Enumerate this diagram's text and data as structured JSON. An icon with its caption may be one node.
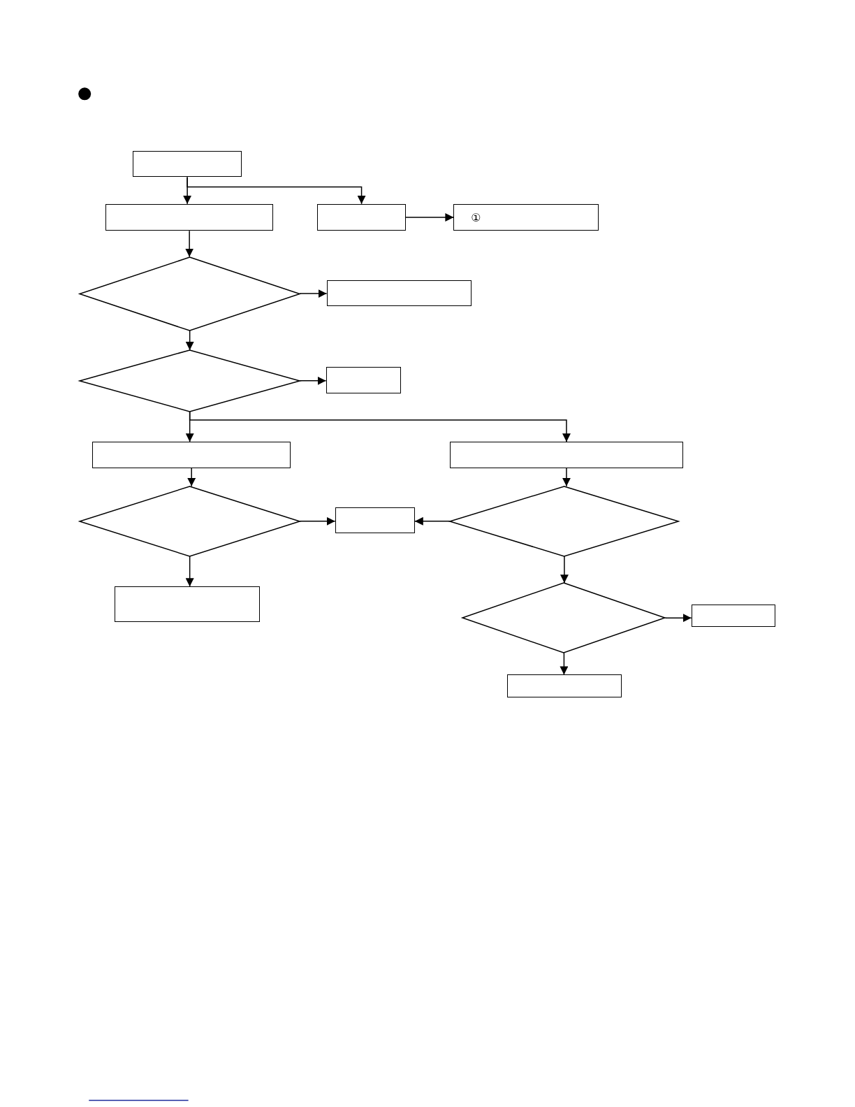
{
  "diagram": {
    "nodes": [
      {
        "text": [],
        "shape": "box"
      },
      {
        "text": [],
        "shape": "box"
      },
      {
        "text": [],
        "shape": "box"
      },
      {
        "text": [
          "①"
        ]
      },
      {
        "text": [],
        "shape": "diamond"
      },
      {
        "text": [],
        "shape": "box"
      },
      {
        "text": [],
        "shape": "diamond"
      },
      {
        "text": [],
        "shape": "box"
      },
      {
        "text": [],
        "shape": "box"
      },
      {
        "text": [],
        "shape": "box"
      },
      {
        "text": [],
        "shape": "diamond"
      },
      {
        "text": [],
        "shape": "box"
      },
      {
        "text": [],
        "shape": "diamond"
      },
      {
        "text": [],
        "shape": "box"
      },
      {
        "text": [],
        "shape": "diamond"
      },
      {
        "text": [],
        "shape": "box"
      },
      {
        "text": [],
        "shape": "box"
      }
    ],
    "edges": [
      {
        "from": 0,
        "to": 1,
        "arrow": "to"
      },
      {
        "from": 0,
        "to": 2,
        "arrow": "to"
      },
      {
        "from": 2,
        "to": 3,
        "arrow": "to"
      },
      {
        "from": 1,
        "to": 4,
        "arrow": "to"
      },
      {
        "from": 4,
        "to": 5,
        "arrow": "to"
      },
      {
        "from": 4,
        "to": 6,
        "arrow": "to"
      },
      {
        "from": 6,
        "to": 7,
        "arrow": "to"
      },
      {
        "from": 6,
        "to": 8,
        "arrow": "to"
      },
      {
        "from": 6,
        "to": 9,
        "arrow": "to"
      },
      {
        "from": 8,
        "to": 10,
        "arrow": "to"
      },
      {
        "from": 10,
        "to": 11,
        "arrow": "to"
      },
      {
        "from": 9,
        "to": 12,
        "arrow": "to"
      },
      {
        "from": 12,
        "to": 11,
        "arrow": "to"
      },
      {
        "from": 10,
        "to": 13,
        "arrow": "to"
      },
      {
        "from": 12,
        "to": 14,
        "arrow": "to"
      },
      {
        "from": 14,
        "to": 15,
        "arrow": "to"
      },
      {
        "from": 14,
        "to": 16,
        "arrow": "to"
      }
    ]
  }
}
